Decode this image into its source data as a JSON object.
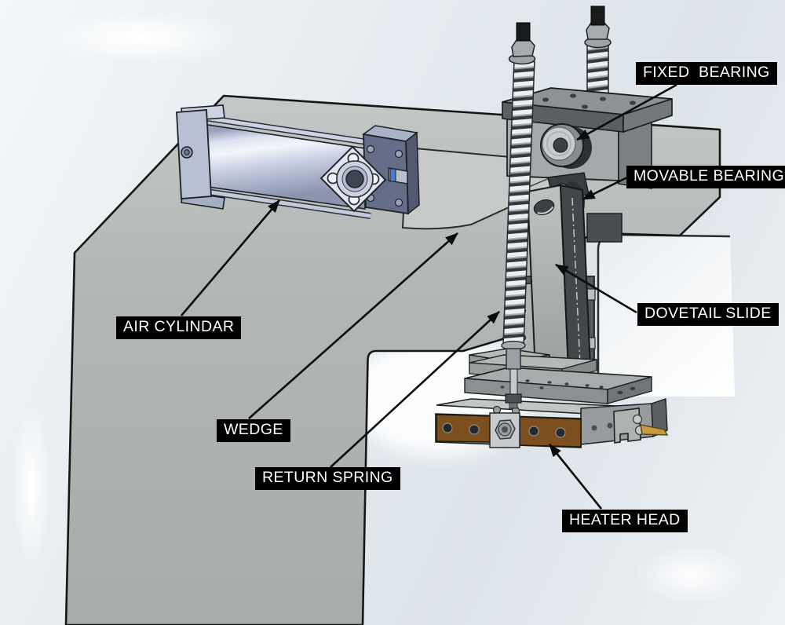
{
  "callouts": [
    {
      "id": "fixed-bearing",
      "label": "FIXED  BEARING"
    },
    {
      "id": "movable-bearing",
      "label": "MOVABLE BEARING"
    },
    {
      "id": "air-cylinder",
      "label": "AIR CYLINDAR"
    },
    {
      "id": "dovetail-slide",
      "label": "DOVETAIL SLIDE"
    },
    {
      "id": "wedge",
      "label": "WEDGE"
    },
    {
      "id": "return-spring",
      "label": "RETURN SPRING"
    },
    {
      "id": "heater-head",
      "label": "HEATER HEAD"
    }
  ],
  "style": {
    "label_bg": "#000000",
    "label_text": "#ffffff",
    "frame_gray": "#b3b8b6",
    "cylinder_metal": "#c9d1e3",
    "heater_brown": "#7d4f1f",
    "brass_tip": "#c49a42",
    "arrow_color": "#0b0b0b"
  }
}
